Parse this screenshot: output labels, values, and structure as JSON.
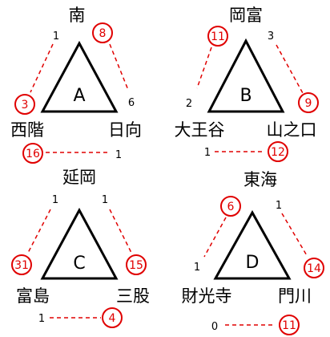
{
  "accent_color": "#e00000",
  "line_color": "#000000",
  "groups": [
    {
      "letter": "A",
      "names": {
        "top": "南",
        "left": "西階",
        "right": "日向"
      },
      "left_edge": {
        "black": "1",
        "red": "3"
      },
      "right_edge": {
        "black": "6",
        "red": "8"
      },
      "bottom_edge": {
        "black": "1",
        "red": "16"
      }
    },
    {
      "letter": "B",
      "names": {
        "top": "岡富",
        "left": "大王谷",
        "right": "山之口"
      },
      "left_edge": {
        "black": "2",
        "red": "11"
      },
      "right_edge": {
        "black": "3",
        "red": "9"
      },
      "bottom_edge": {
        "black": "1",
        "red": "12"
      }
    },
    {
      "letter": "C",
      "names": {
        "top": "延岡",
        "left": "富島",
        "right": "三股"
      },
      "left_edge": {
        "black": "1",
        "red": "31"
      },
      "right_edge": {
        "black": "1",
        "red": "15"
      },
      "bottom_edge": {
        "black": "1",
        "red": "4"
      }
    },
    {
      "letter": "D",
      "names": {
        "top": "東海",
        "left": "財光寺",
        "right": "門川"
      },
      "left_edge": {
        "black": "1",
        "red": "6"
      },
      "right_edge": {
        "black": "1",
        "red": "14"
      },
      "bottom_edge": {
        "black": "0",
        "red": "11"
      }
    }
  ]
}
